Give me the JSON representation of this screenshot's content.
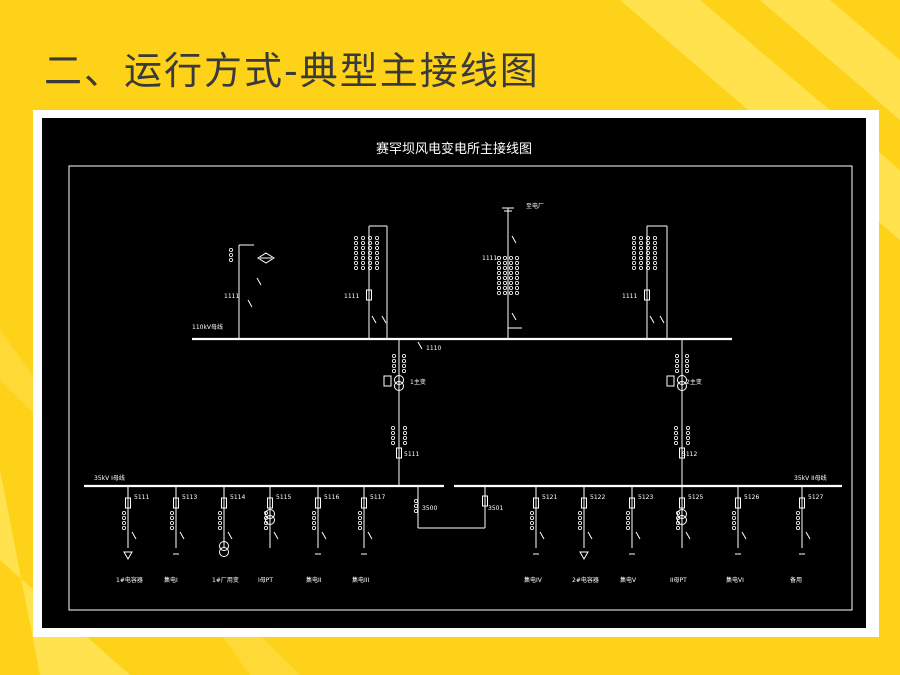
{
  "slide": {
    "title": "二、运行方式-典型主接线图",
    "colors": {
      "background": "#ffd21a",
      "stripe": "#ffe24d",
      "title_text": "#3a3a3a",
      "frame": "#ffffff",
      "canvas": "#000000",
      "lines": "#ffffff"
    }
  },
  "diagram": {
    "title": "赛罕坝风电变电所主接线图",
    "top_labels": {
      "ext_line": "至电厂",
      "line_a": "1111",
      "line_b": "1111",
      "line_c": "1111",
      "line_d": "1111",
      "bus_top": "110kV母线",
      "bus_tie": "1110",
      "trans_1": "1主变",
      "trans_2": "2主变",
      "t1_low": "5111",
      "t2_low": "5112"
    },
    "bus_left": "35kV I母线",
    "bus_right": "35kV II母线",
    "bus_sec": "3500",
    "bus_sec_r": "3501",
    "feeders": [
      {
        "code": "5111",
        "name": "1#电容器"
      },
      {
        "code": "5113",
        "name": "集电I"
      },
      {
        "code": "5114",
        "name": "1#厂用变"
      },
      {
        "code": "5115",
        "name": "I母PT"
      },
      {
        "code": "5116",
        "name": "集电II"
      },
      {
        "code": "5117",
        "name": "集电III"
      },
      {
        "code": "5121",
        "name": "集电IV"
      },
      {
        "code": "5122",
        "name": "2#电容器"
      },
      {
        "code": "5123",
        "name": "集电V"
      },
      {
        "code": "5125",
        "name": "II母PT"
      },
      {
        "code": "5126",
        "name": "集电VI"
      },
      {
        "code": "5127",
        "name": "备用"
      }
    ]
  }
}
